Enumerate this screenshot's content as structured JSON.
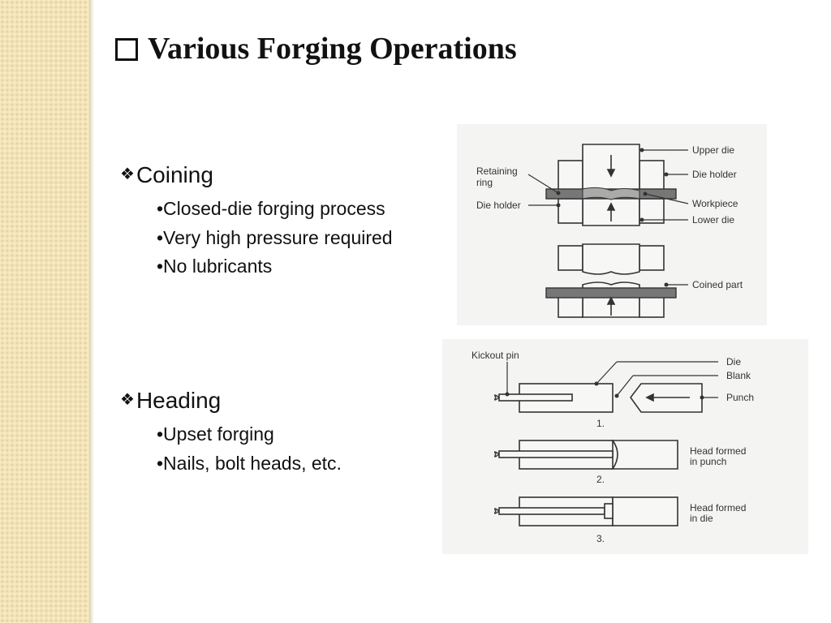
{
  "slide": {
    "title": "Various Forging Operations",
    "accent_color": "#f2e4b8"
  },
  "sections": [
    {
      "heading": "Coining",
      "bullets": [
        "•Closed-die forging process",
        "•Very high pressure required",
        "•No lubricants"
      ]
    },
    {
      "heading": "Heading",
      "bullets": [
        "•Upset forging",
        "•Nails, bolt heads, etc."
      ]
    }
  ],
  "coining_figure": {
    "labels": {
      "upper_die": "Upper die",
      "die_holder_right": "Die holder",
      "retaining_ring_1": "Retaining",
      "retaining_ring_2": "ring",
      "die_holder_left": "Die holder",
      "workpiece": "Workpiece",
      "lower_die": "Lower die",
      "coined_part": "Coined part"
    }
  },
  "heading_figure": {
    "labels": {
      "kickout_pin": "Kickout pin",
      "die": "Die",
      "blank": "Blank",
      "punch": "Punch",
      "step1": "1.",
      "head_punch_1": "Head formed",
      "head_punch_2": "in punch",
      "step2": "2.",
      "head_die_1": "Head formed",
      "head_die_2": "in die",
      "step3": "3."
    }
  }
}
